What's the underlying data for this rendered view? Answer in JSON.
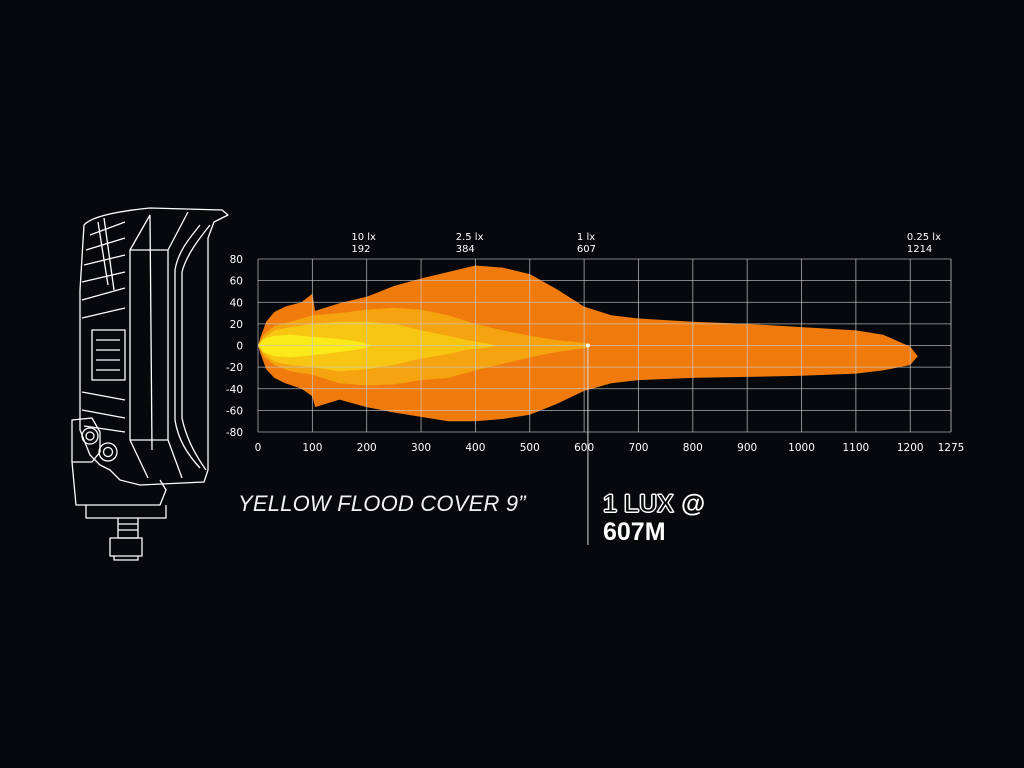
{
  "caption": "YELLOW FLOOD COVER 9”",
  "readout": {
    "outlined": "1 LUX",
    "at": "@",
    "distance": "607M"
  },
  "colors": {
    "background": "#06080b",
    "grid": "#c9c9c9",
    "outer_zone": "#f07b0c",
    "mid_zone": "#f5a30e",
    "inner_zone": "#f8c612",
    "core_zone": "#fbea1a"
  },
  "chart_data": {
    "type": "area",
    "title": "",
    "xlabel": "",
    "ylabel": "",
    "xlim": [
      0,
      1275
    ],
    "ylim": [
      -80,
      80
    ],
    "x_ticks": [
      "0",
      "100",
      "200",
      "300",
      "400",
      "500",
      "600",
      "700",
      "800",
      "900",
      "1000",
      "1100",
      "1200",
      "1275"
    ],
    "y_ticks": [
      "80",
      "60",
      "40",
      "20",
      "0",
      "-20",
      "-40",
      "-60",
      "-80"
    ],
    "grid": true,
    "markers": [
      {
        "lux": "10 lx",
        "distance": "192",
        "x": 192
      },
      {
        "lux": "2.5 lx",
        "distance": "384",
        "x": 384
      },
      {
        "lux": "1 lx",
        "distance": "607",
        "x": 607
      },
      {
        "lux": "0.25 lx",
        "distance": "1214",
        "x": 1214
      }
    ],
    "series": [
      {
        "name": "0.25 lx",
        "upper": [
          [
            0,
            0
          ],
          [
            5,
            8
          ],
          [
            15,
            22
          ],
          [
            30,
            31
          ],
          [
            50,
            36
          ],
          [
            80,
            40
          ],
          [
            100,
            48
          ],
          [
            105,
            32
          ],
          [
            150,
            39
          ],
          [
            200,
            45
          ],
          [
            250,
            55
          ],
          [
            300,
            62
          ],
          [
            350,
            68
          ],
          [
            400,
            74
          ],
          [
            450,
            72
          ],
          [
            500,
            66
          ],
          [
            550,
            52
          ],
          [
            600,
            36
          ],
          [
            650,
            28
          ],
          [
            700,
            25
          ],
          [
            800,
            22
          ],
          [
            900,
            20
          ],
          [
            1000,
            17
          ],
          [
            1100,
            14
          ],
          [
            1150,
            10
          ],
          [
            1200,
            -1
          ],
          [
            1214,
            -10
          ]
        ],
        "lower": [
          [
            0,
            0
          ],
          [
            5,
            -8
          ],
          [
            15,
            -22
          ],
          [
            30,
            -30
          ],
          [
            50,
            -35
          ],
          [
            80,
            -40
          ],
          [
            100,
            -47
          ],
          [
            105,
            -57
          ],
          [
            150,
            -50
          ],
          [
            200,
            -57
          ],
          [
            250,
            -62
          ],
          [
            300,
            -66
          ],
          [
            350,
            -70
          ],
          [
            400,
            -70
          ],
          [
            450,
            -68
          ],
          [
            500,
            -64
          ],
          [
            550,
            -54
          ],
          [
            600,
            -42
          ],
          [
            650,
            -35
          ],
          [
            700,
            -32
          ],
          [
            800,
            -30
          ],
          [
            900,
            -29
          ],
          [
            1000,
            -28
          ],
          [
            1100,
            -26
          ],
          [
            1150,
            -23
          ],
          [
            1200,
            -18
          ],
          [
            1214,
            -10
          ]
        ]
      },
      {
        "name": "1 lx",
        "upper": [
          [
            0,
            0
          ],
          [
            10,
            10
          ],
          [
            30,
            18
          ],
          [
            60,
            22
          ],
          [
            100,
            28
          ],
          [
            150,
            30
          ],
          [
            200,
            33
          ],
          [
            250,
            35
          ],
          [
            300,
            33
          ],
          [
            350,
            28
          ],
          [
            400,
            20
          ],
          [
            450,
            14
          ],
          [
            500,
            9
          ],
          [
            550,
            5
          ],
          [
            607,
            2
          ]
        ],
        "lower": [
          [
            0,
            0
          ],
          [
            10,
            -10
          ],
          [
            30,
            -18
          ],
          [
            60,
            -24
          ],
          [
            100,
            -27
          ],
          [
            150,
            -35
          ],
          [
            200,
            -37
          ],
          [
            250,
            -36
          ],
          [
            300,
            -32
          ],
          [
            350,
            -30
          ],
          [
            400,
            -23
          ],
          [
            450,
            -17
          ],
          [
            500,
            -11
          ],
          [
            550,
            -6
          ],
          [
            607,
            -2
          ]
        ]
      },
      {
        "name": "2.5 lx",
        "upper": [
          [
            0,
            0
          ],
          [
            10,
            7
          ],
          [
            30,
            14
          ],
          [
            60,
            17
          ],
          [
            100,
            20
          ],
          [
            150,
            22
          ],
          [
            200,
            22
          ],
          [
            250,
            20
          ],
          [
            300,
            14
          ],
          [
            350,
            9
          ],
          [
            384,
            5
          ],
          [
            420,
            2
          ],
          [
            440,
            0
          ]
        ],
        "lower": [
          [
            0,
            0
          ],
          [
            10,
            -7
          ],
          [
            30,
            -15
          ],
          [
            60,
            -18
          ],
          [
            100,
            -20
          ],
          [
            150,
            -24
          ],
          [
            200,
            -22
          ],
          [
            250,
            -18
          ],
          [
            300,
            -12
          ],
          [
            350,
            -8
          ],
          [
            384,
            -4
          ],
          [
            420,
            -2
          ],
          [
            440,
            0
          ]
        ]
      },
      {
        "name": "10 lx",
        "upper": [
          [
            0,
            0
          ],
          [
            10,
            6
          ],
          [
            30,
            9
          ],
          [
            60,
            10
          ],
          [
            100,
            8
          ],
          [
            150,
            6
          ],
          [
            192,
            3
          ],
          [
            210,
            0
          ]
        ],
        "lower": [
          [
            0,
            0
          ],
          [
            10,
            -6
          ],
          [
            30,
            -10
          ],
          [
            60,
            -11
          ],
          [
            100,
            -9
          ],
          [
            150,
            -6
          ],
          [
            192,
            -3
          ],
          [
            210,
            0
          ]
        ]
      }
    ]
  }
}
